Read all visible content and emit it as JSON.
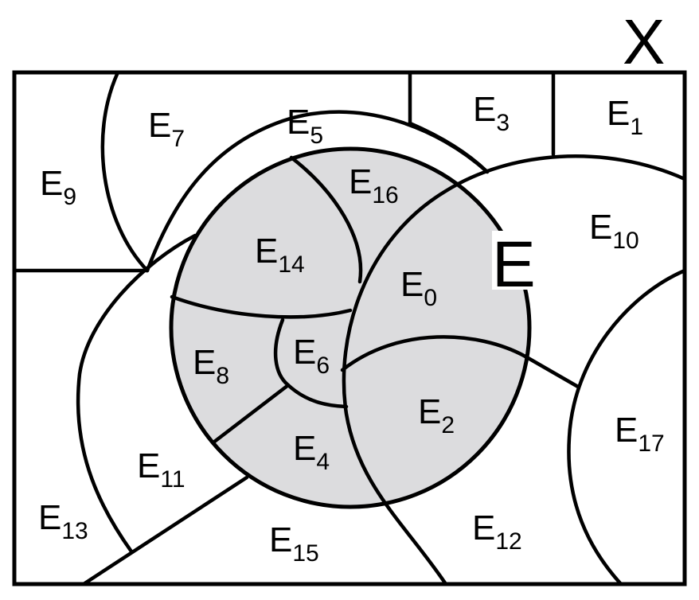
{
  "universe": {
    "label": "X"
  },
  "set": {
    "label": "E",
    "fill": "#dcdcde"
  },
  "regions": [
    {
      "id": "E0",
      "base": "E",
      "sub": "0",
      "shaded": true
    },
    {
      "id": "E1",
      "base": "E",
      "sub": "1",
      "shaded": false
    },
    {
      "id": "E2",
      "base": "E",
      "sub": "2",
      "shaded": true
    },
    {
      "id": "E3",
      "base": "E",
      "sub": "3",
      "shaded": false
    },
    {
      "id": "E4",
      "base": "E",
      "sub": "4",
      "shaded": true
    },
    {
      "id": "E5",
      "base": "E",
      "sub": "5",
      "shaded": false
    },
    {
      "id": "E6",
      "base": "E",
      "sub": "6",
      "shaded": true
    },
    {
      "id": "E7",
      "base": "E",
      "sub": "7",
      "shaded": false
    },
    {
      "id": "E8",
      "base": "E",
      "sub": "8",
      "shaded": true
    },
    {
      "id": "E9",
      "base": "E",
      "sub": "9",
      "shaded": false
    },
    {
      "id": "E10",
      "base": "E",
      "sub": "10",
      "shaded": false
    },
    {
      "id": "E11",
      "base": "E",
      "sub": "11",
      "shaded": false
    },
    {
      "id": "E12",
      "base": "E",
      "sub": "12",
      "shaded": false
    },
    {
      "id": "E13",
      "base": "E",
      "sub": "13",
      "shaded": false
    },
    {
      "id": "E14",
      "base": "E",
      "sub": "14",
      "shaded": true
    },
    {
      "id": "E15",
      "base": "E",
      "sub": "15",
      "shaded": false
    },
    {
      "id": "E16",
      "base": "E",
      "sub": "16",
      "shaded": true
    },
    {
      "id": "E17",
      "base": "E",
      "sub": "17",
      "shaded": false
    }
  ]
}
